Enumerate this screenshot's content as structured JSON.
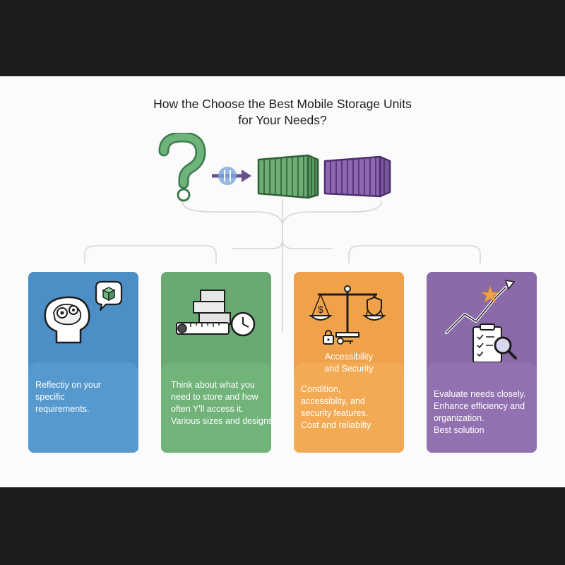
{
  "title": {
    "line1": "How the Choose the Best Mobile Storage Units",
    "line2": "for Your Needs?"
  },
  "icons": {
    "question": "question-mark-icon",
    "arrow": "arrow-right-icon",
    "container_green": "green-shipping-container-icon",
    "container_purple": "purple-shipping-container-icon",
    "brain": "brain-gears-icon",
    "boxes": "stacked-boxes-icon",
    "tape": "measuring-tape-icon",
    "clock": "clock-icon",
    "scales": "balance-scale-icon",
    "shield": "shield-icon",
    "lock": "padlock-icon",
    "key": "key-icon",
    "chart": "rising-trend-icon",
    "star": "star-icon",
    "clipboard": "checklist-clipboard-icon",
    "magnifier": "magnifier-icon"
  },
  "colors": {
    "blue": "#4b8fc6",
    "green": "#6aaa72",
    "orange": "#f0a24b",
    "purple": "#8a6aa8"
  },
  "cards": [
    {
      "heading": "",
      "text": "Reflectiy on your\nspecific\nrequirements."
    },
    {
      "heading": "",
      "text": "Think about what you\nneed to store and how\noften Y'll access it.\nVarious sizes and designs"
    },
    {
      "heading": "Accessibility\nand Security",
      "text": "Condition,\naccessiblity, and\nsecurity features.\nCost and reliabilty"
    },
    {
      "heading": "",
      "text": "Evaluate needs closely.\nEnhance efficiency and\norganization.\nBest solution"
    }
  ]
}
